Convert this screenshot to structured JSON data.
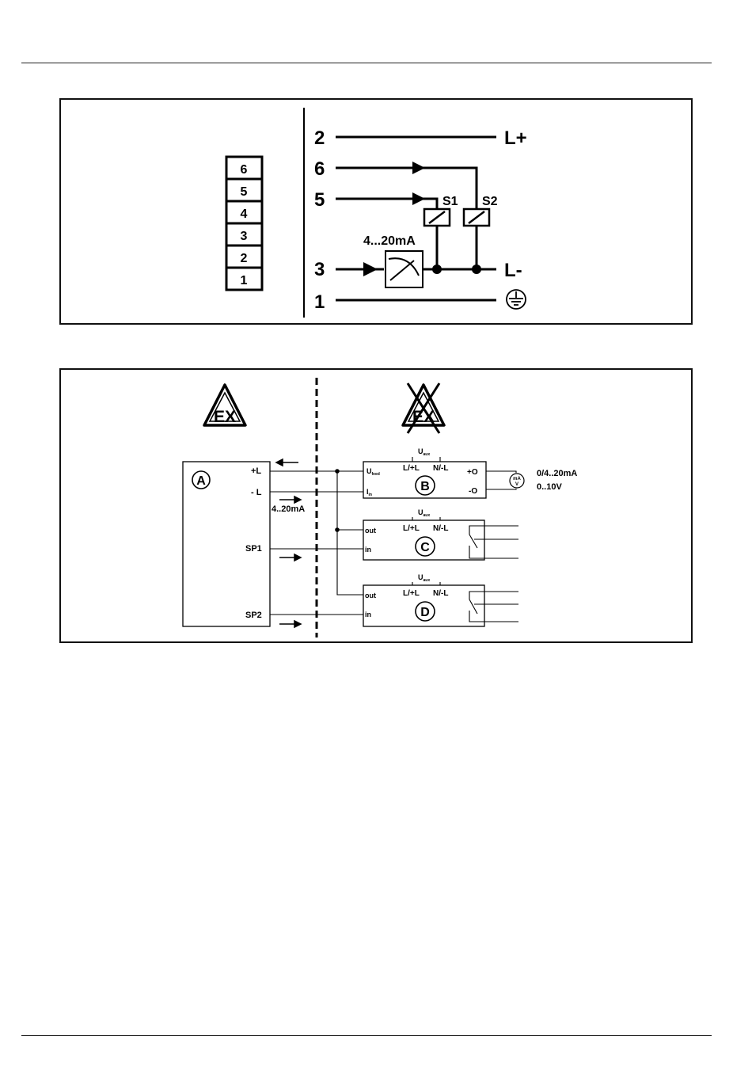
{
  "terminal_block": {
    "numbers": [
      "6",
      "5",
      "4",
      "3",
      "2",
      "1"
    ]
  },
  "wiring": {
    "terminal_2": "2",
    "terminal_6": "6",
    "terminal_5": "5",
    "terminal_3": "3",
    "terminal_1": "1",
    "supply_positive": "L+",
    "supply_negative": "L-",
    "relay_s1": "S1",
    "relay_s2": "S2",
    "signal_range": "4...20mA"
  },
  "system": {
    "ex_hazard_symbol": "EX",
    "ex_safe_symbol": "EX",
    "device_a": {
      "id": "A",
      "plus_l": "+L",
      "minus_l": "- L",
      "current": "4..20mA",
      "sp1": "SP1",
      "sp2": "SP2"
    },
    "device_b": {
      "id": "B",
      "u_aux": "U",
      "u_aux_sub": "aux",
      "l_plus": "L/+L",
      "n_minus": "N/-L",
      "u_feed": "U",
      "u_feed_sub": "feed",
      "i_in": "I",
      "i_in_sub": "in",
      "out_plus": "+O",
      "out_minus": "-O",
      "meter_top": "mA",
      "meter_bottom": "V",
      "range_current": "0/4..20mA",
      "range_voltage": "0..10V"
    },
    "device_c": {
      "id": "C",
      "u_aux": "U",
      "u_aux_sub": "aux",
      "l_plus": "L/+L",
      "n_minus": "N/-L",
      "out": "out",
      "in": "in"
    },
    "device_d": {
      "id": "D",
      "u_aux": "U",
      "u_aux_sub": "aux",
      "l_plus": "L/+L",
      "n_minus": "N/-L",
      "out": "out",
      "in": "in"
    }
  }
}
